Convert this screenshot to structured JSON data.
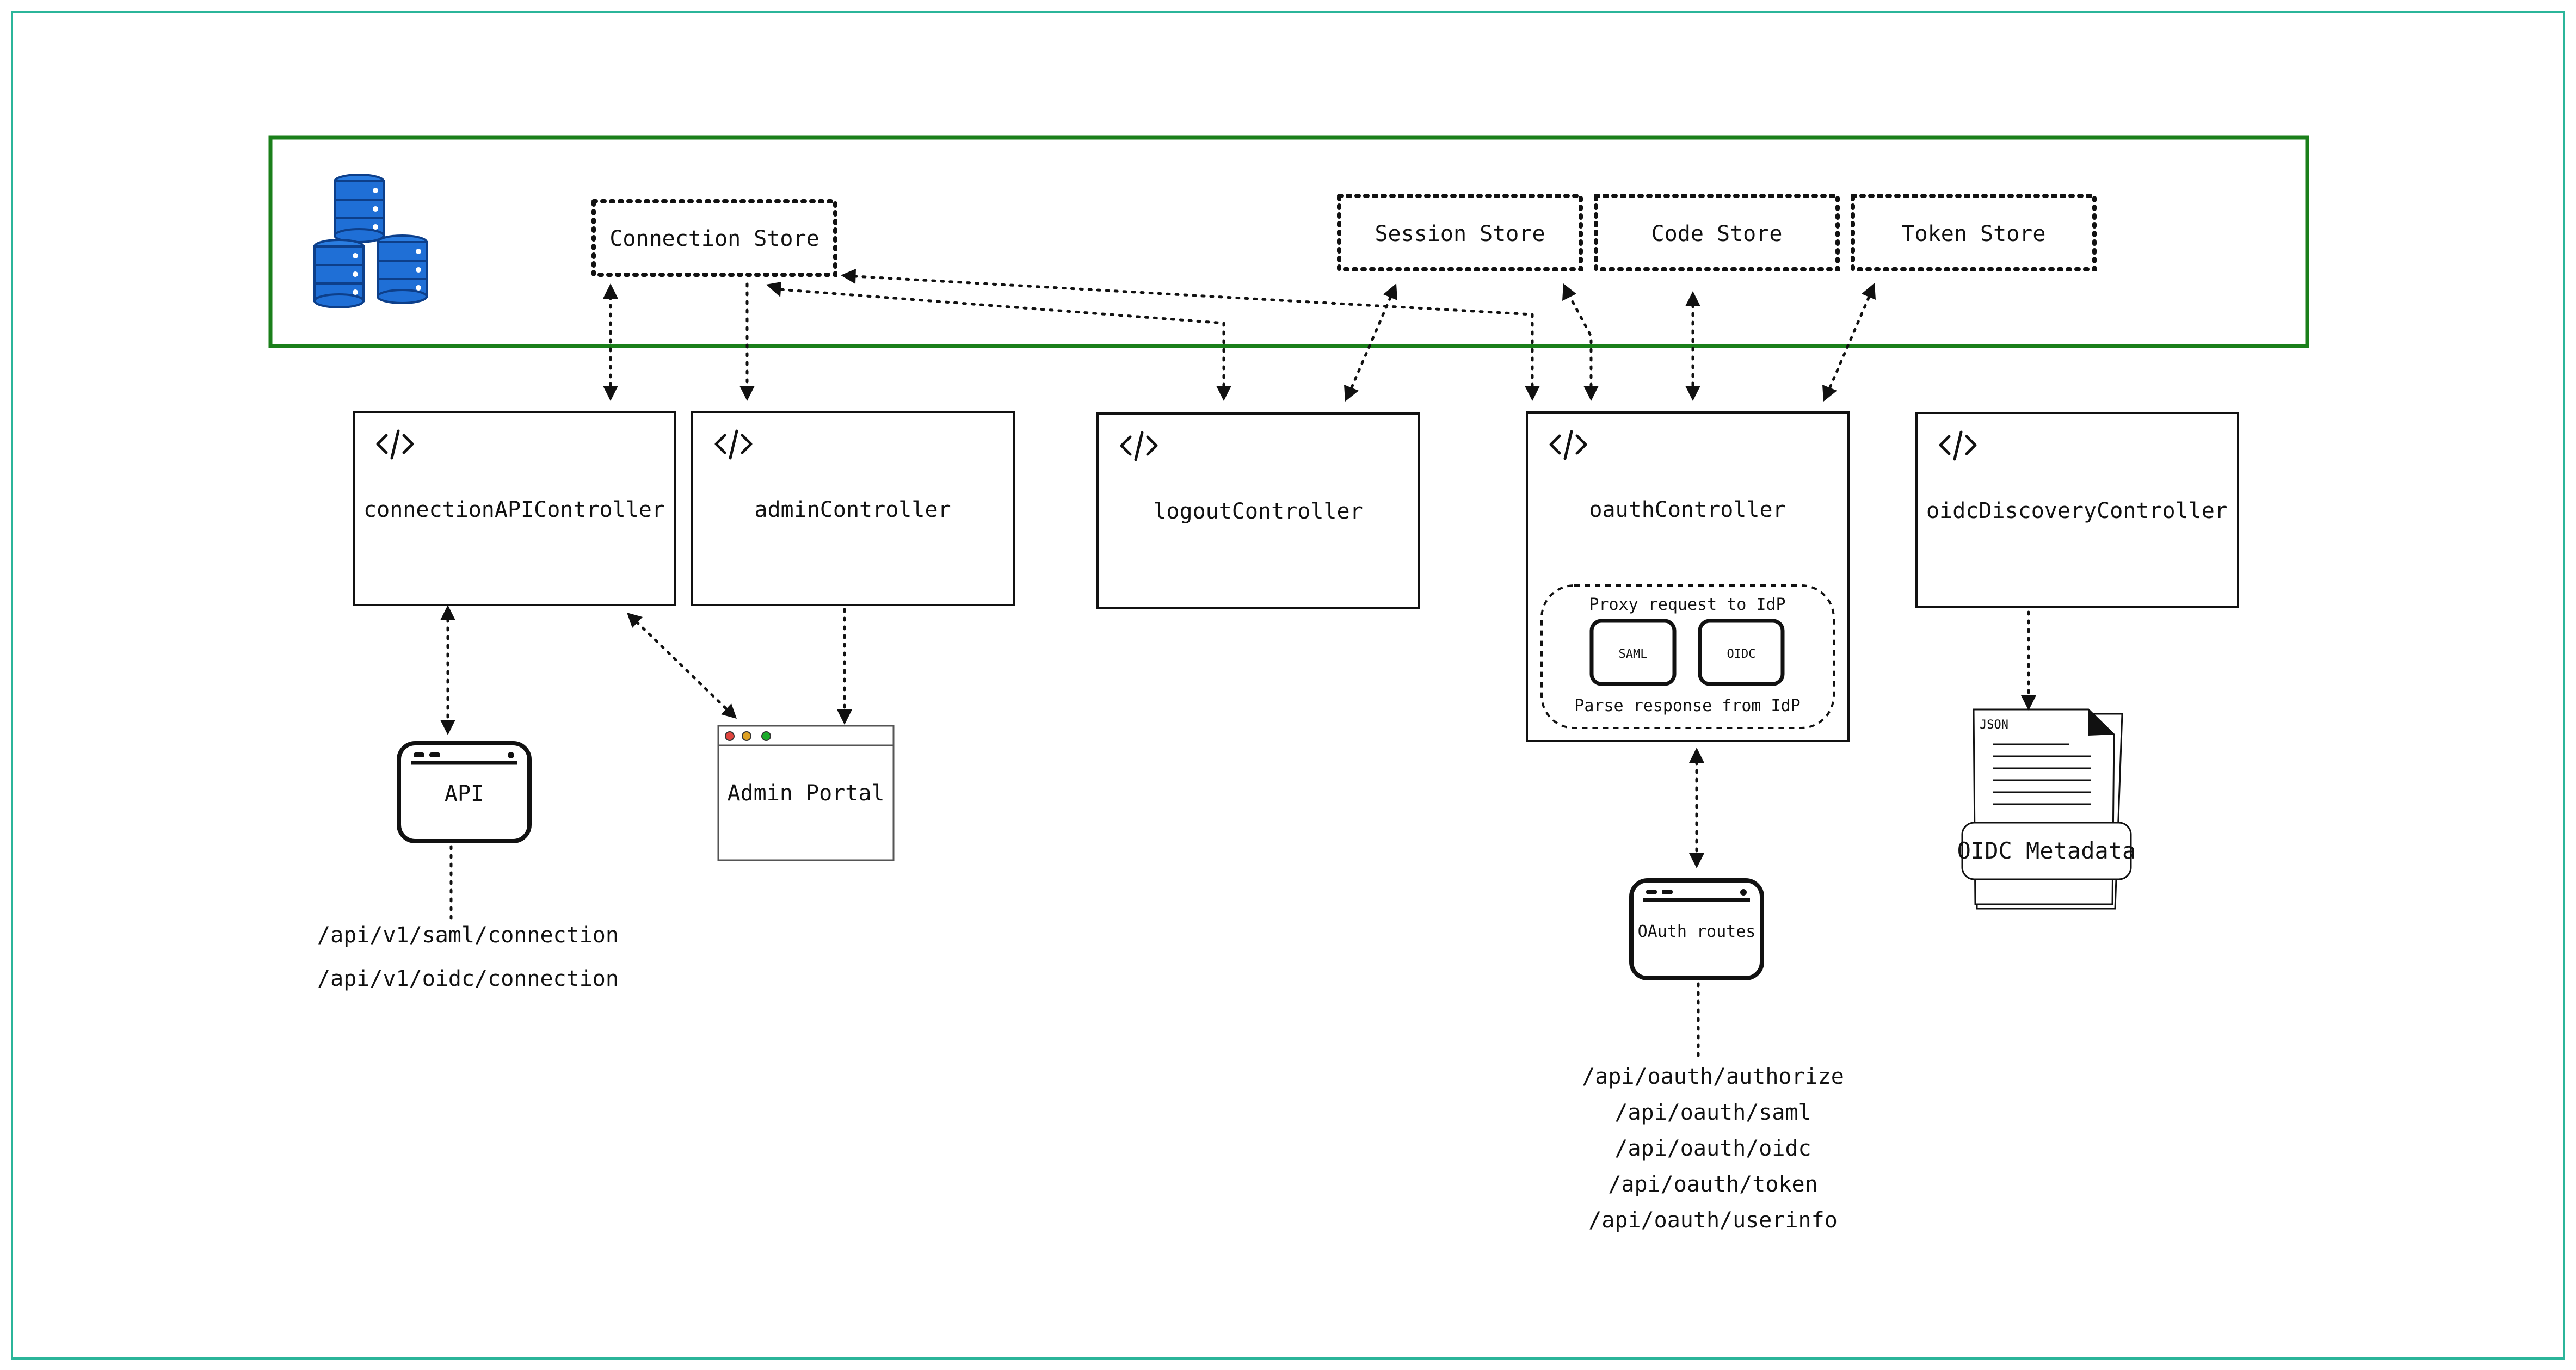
{
  "stores": {
    "connection": "Connection Store",
    "session": "Session Store",
    "code": "Code Store",
    "token": "Token Store"
  },
  "controllers": {
    "connection_api": "connectionAPIController",
    "admin": "adminController",
    "logout": "logoutController",
    "oauth": "oauthController",
    "oidc_discovery": "oidcDiscoveryController"
  },
  "oauth_inner": {
    "proxy_label": "Proxy request to IdP",
    "saml": "SAML",
    "oidc": "OIDC",
    "parse_label": "Parse response from IdP"
  },
  "api": {
    "label": "API",
    "routes": [
      "/api/v1/saml/connection",
      "/api/v1/oidc/connection"
    ]
  },
  "admin_portal": {
    "label": "Admin Portal"
  },
  "oauth_routes": {
    "label": "OAuth routes",
    "routes": [
      "/api/oauth/authorize",
      "/api/oauth/saml",
      "/api/oauth/oidc",
      "/api/oauth/token",
      "/api/oauth/userinfo"
    ]
  },
  "oidc_metadata": {
    "json_tag": "JSON",
    "label": "OIDC Metadata"
  },
  "colors": {
    "frame_border": "#2bb59a",
    "datastore_border": "#1a7f1a",
    "db_icon": "#1f6fd6",
    "line": "#111111"
  }
}
